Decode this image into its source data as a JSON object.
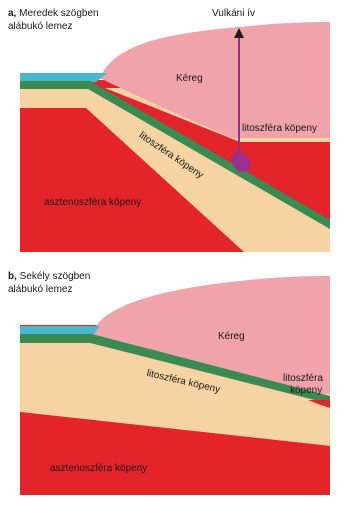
{
  "panel_a": {
    "letter": "a,",
    "title_line1": "Meredek szögben",
    "title_line2": "alábukó lemez",
    "arc_label": "Vulkáni ív",
    "crust_label": "Kéreg",
    "lith_right_label": "litoszféra köpeny",
    "lith_slab_label": "litoszféra köpeny",
    "asthenosphere_label": "asztenoszféra köpeny"
  },
  "panel_b": {
    "letter": "b,",
    "title_line1": "Sekély szögben",
    "title_line2": "alábukó lemez",
    "crust_label": "Kéreg",
    "lith_right_label_line1": "litoszféra",
    "lith_right_label_line2": "köpeny",
    "lith_slab_label": "litoszféra köpeny",
    "asthenosphere_label": "asztenoszféra köpeny"
  },
  "colors": {
    "asthenosphere": "#e3242b",
    "lithosphere": "#f6d3a3",
    "crust": "#f0a3ab",
    "oceanic_crust": "#3a8a52",
    "ocean": "#48b8cf",
    "magma": "#9b2f8c"
  }
}
